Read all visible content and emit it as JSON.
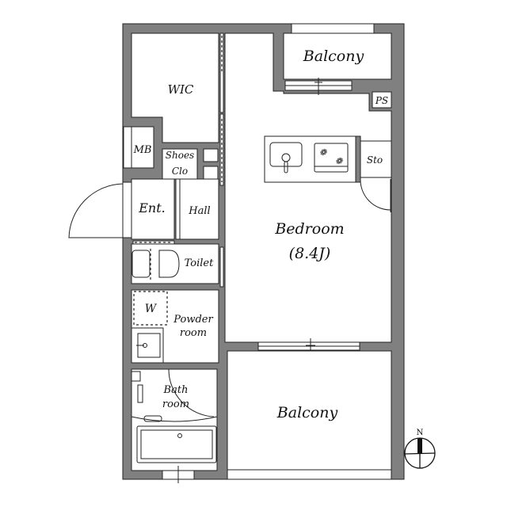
{
  "plan": {
    "rooms": {
      "wic": "WIC",
      "balcony_top": "Balcony",
      "ps": "PS",
      "mb": "MB",
      "shoes_line1": "Shoes",
      "shoes_line2": "Clo",
      "sto": "Sto",
      "entrance": "Ent.",
      "hall": "Hall",
      "bedroom": "Bedroom",
      "bedroom_size": "(8.4J)",
      "toilet": "Toilet",
      "washer": "W",
      "powder_line1": "Powder",
      "powder_line2": "room",
      "bath_line1": "Bath",
      "bath_line2": "room",
      "balcony_bottom": "Balcony"
    },
    "compass": {
      "north_label": "N"
    },
    "colors": {
      "wall": "#808080",
      "line": "#222222",
      "floor": "#ffffff"
    }
  }
}
